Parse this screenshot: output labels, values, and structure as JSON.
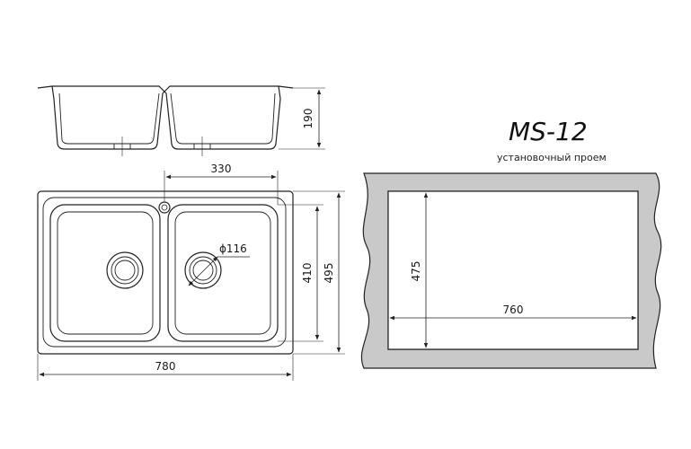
{
  "model": {
    "title": "MS-12",
    "subtitle": "установочный проем"
  },
  "side_view": {
    "depth_label": "190"
  },
  "top_view": {
    "offset_label": "330",
    "drain_label": "ϕ116",
    "bowl_height_label": "410",
    "total_height_label": "495",
    "total_width_label": "780"
  },
  "cutout": {
    "height_label": "475",
    "width_label": "760",
    "wall_color": "#c9c9c9"
  }
}
